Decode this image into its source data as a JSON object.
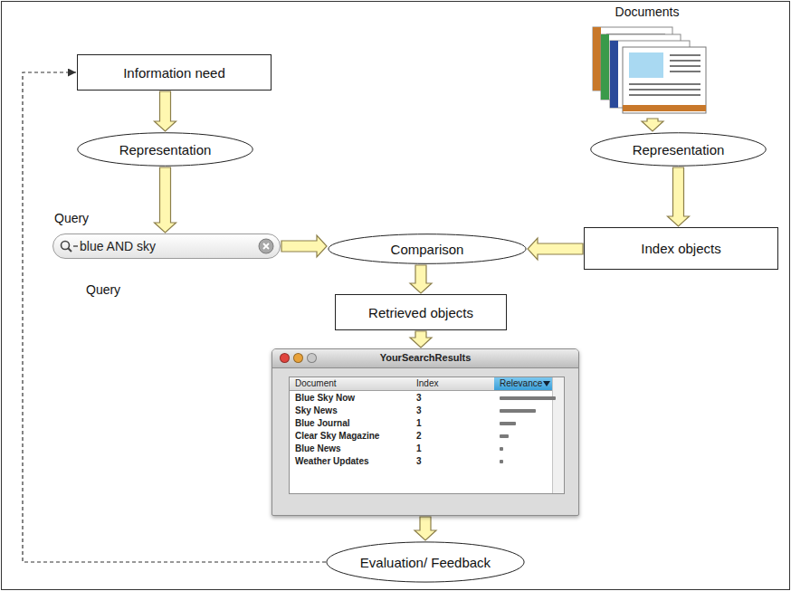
{
  "diagram": {
    "nodes": [
      {
        "text": [
          "Information need"
        ]
      },
      {
        "text": [
          "Documents"
        ]
      },
      {
        "text": [
          "Representation"
        ]
      },
      {
        "text": [
          "Representation"
        ]
      },
      {
        "text": [
          "Query",
          "blue AND sky"
        ]
      },
      {
        "text": [
          "Comparison"
        ]
      },
      {
        "text": [
          "Index objects"
        ]
      },
      {
        "text": [
          "Retrieved objects"
        ]
      },
      {
        "text": [
          "YourSearchResults"
        ]
      },
      {
        "text": [
          "Evaluation/ Feedback"
        ]
      }
    ],
    "edges": [
      {
        "from": 0,
        "to": 2,
        "arrow": "to"
      },
      {
        "from": 2,
        "to": 4,
        "arrow": "to"
      },
      {
        "from": 1,
        "to": 3,
        "arrow": "to"
      },
      {
        "from": 3,
        "to": 6,
        "arrow": "to"
      },
      {
        "from": 4,
        "to": 5,
        "arrow": "to"
      },
      {
        "from": 6,
        "to": 5,
        "arrow": "to"
      },
      {
        "from": 5,
        "to": 7,
        "arrow": "to"
      },
      {
        "from": 7,
        "to": 8,
        "arrow": "to"
      },
      {
        "from": 8,
        "to": 9,
        "arrow": "to"
      },
      {
        "from": 9,
        "to": 0,
        "arrow": "to"
      }
    ],
    "labels": [
      "Query",
      "Document",
      "Index",
      "Relevance",
      "Blue Sky Now",
      "3",
      "Sky News",
      "3",
      "Blue Journal",
      "1",
      "Clear Sky Magazine",
      "2",
      "Blue News",
      "1",
      "Weather Updates",
      "3"
    ]
  }
}
